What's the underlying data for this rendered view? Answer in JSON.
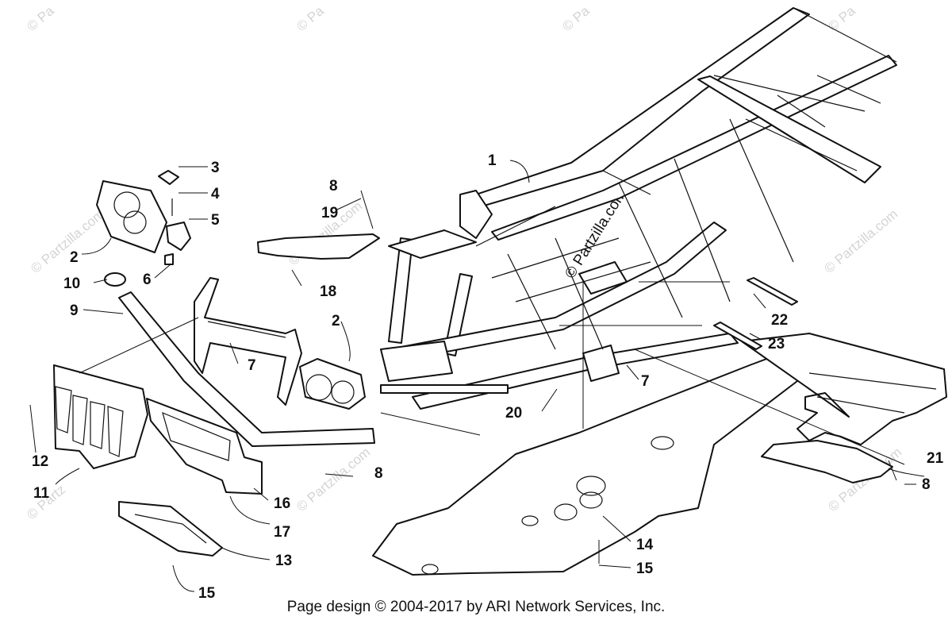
{
  "footer": {
    "caption": "Page design © 2004-2017 by ARI Network Services, Inc."
  },
  "watermark": {
    "text": "© Partzilla.com",
    "short": "© Pa",
    "tail": "© Partz"
  },
  "callouts": {
    "n1": "1",
    "n2a": "2",
    "n2b": "2",
    "n3": "3",
    "n4": "4",
    "n5": "5",
    "n6": "6",
    "n7a": "7",
    "n7b": "7",
    "n8a": "8",
    "n8b": "8",
    "n8c": "8",
    "n9": "9",
    "n10": "10",
    "n11": "11",
    "n12": "12",
    "n13": "13",
    "n14": "14",
    "n15a": "15",
    "n15b": "15",
    "n16": "16",
    "n17": "17",
    "n18": "18",
    "n19": "19",
    "n20": "20",
    "n21": "21",
    "n22": "22",
    "n23": "23"
  }
}
